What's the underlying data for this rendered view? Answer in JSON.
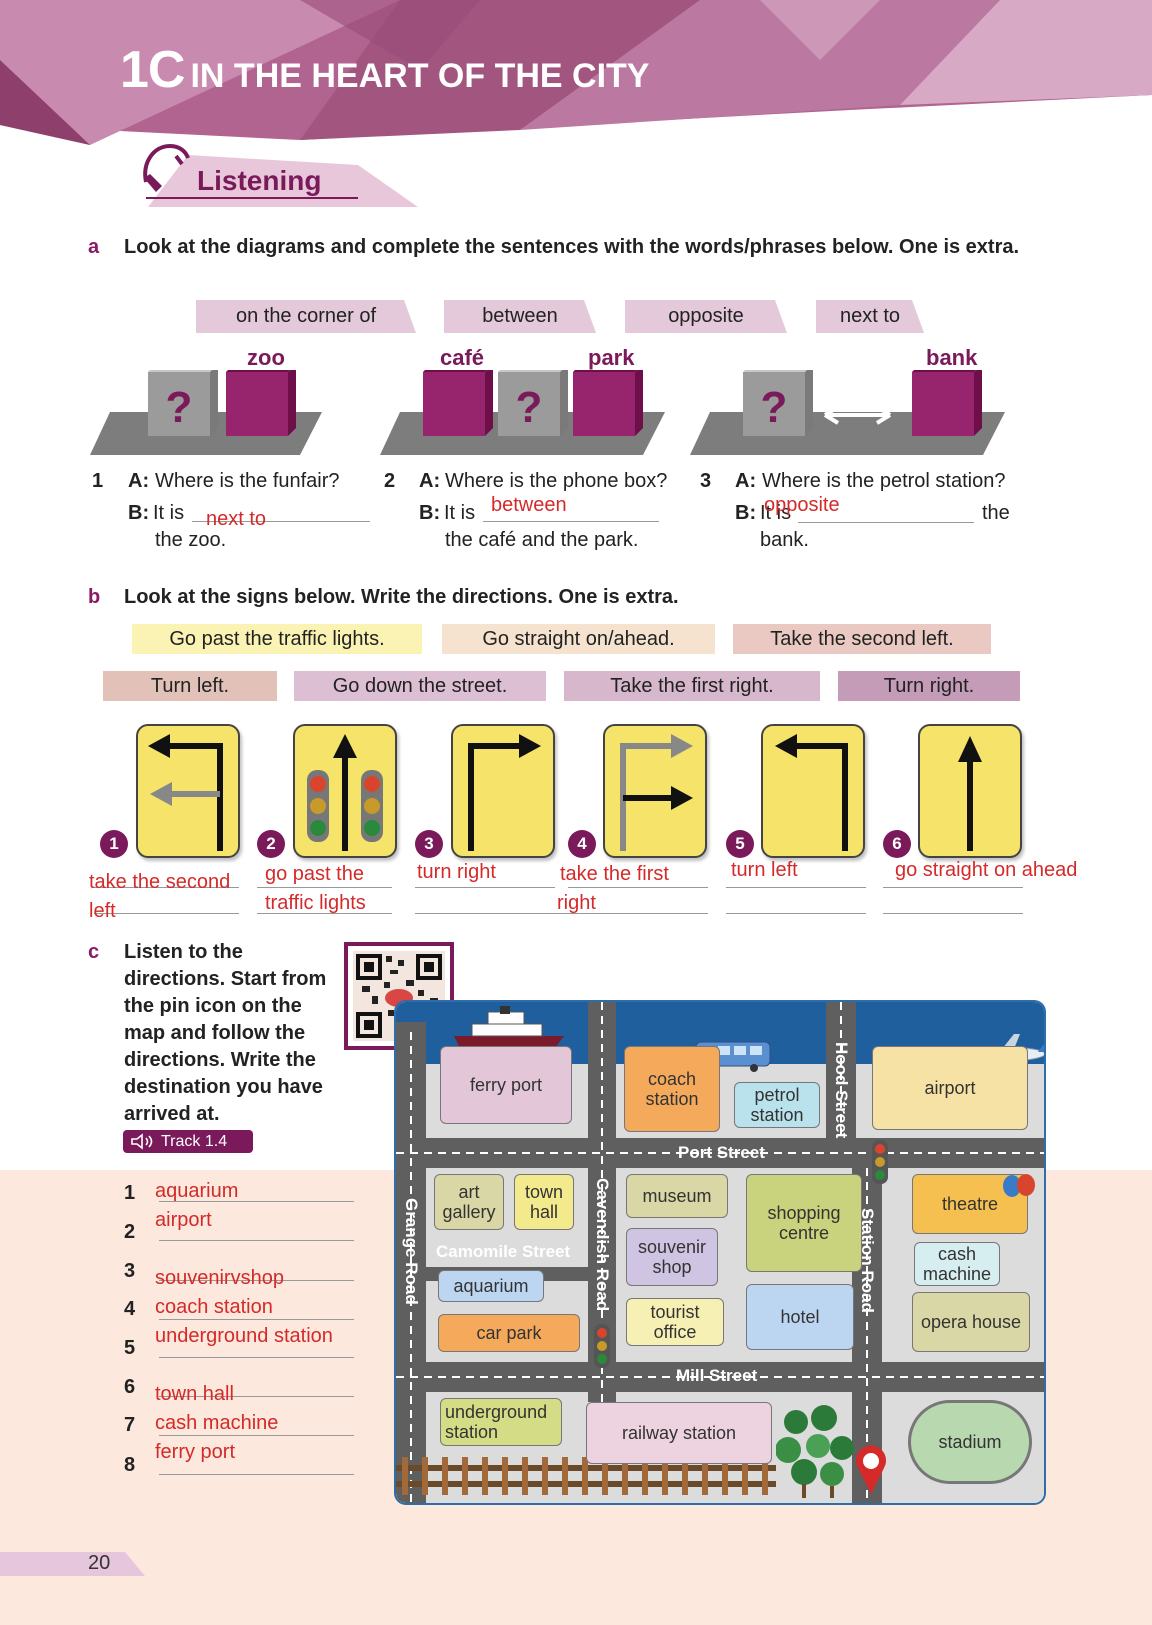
{
  "header": {
    "unit": "1C",
    "title": "IN THE HEART OF THE CITY"
  },
  "section_title": "Listening",
  "a": {
    "letter": "a",
    "instruction": "Look at the diagrams and complete the sentences with the words/phrases below. One is extra.",
    "options": [
      "on the corner of",
      "between",
      "opposite",
      "next to"
    ],
    "diagram_labels": [
      "zoo",
      "café",
      "park",
      "bank"
    ],
    "items": [
      {
        "num": "1",
        "qa": "A:",
        "q": "Where is the funfair?",
        "ba": "B:",
        "b_pre": "It is",
        "b_post": "the zoo.",
        "answer": "next  to"
      },
      {
        "num": "2",
        "qa": "A:",
        "q": "Where is the phone box?",
        "ba": "B:",
        "b_pre": "It is",
        "b_post": "the café and the park.",
        "answer": "between"
      },
      {
        "num": "3",
        "qa": "A:",
        "q": "Where is the petrol station?",
        "ba": "B:",
        "b_pre": "It is",
        "b_mid": "the",
        "b_post": "bank.",
        "answer": "opposite"
      }
    ]
  },
  "b": {
    "letter": "b",
    "instruction": "Look at the signs below. Write the directions. One is extra.",
    "options_row1": [
      "Go past the traffic lights.",
      "Go straight on/ahead.",
      "Take the second left."
    ],
    "options_row2": [
      "Turn left.",
      "Go down the street.",
      "Take the first right.",
      "Turn right."
    ],
    "signs": [
      "1",
      "2",
      "3",
      "4",
      "5",
      "6"
    ],
    "answers": [
      "take the second left",
      "go past the traffic lights",
      "turn right",
      "take the first right",
      "turn left",
      "go straight on ahead"
    ]
  },
  "c": {
    "letter": "c",
    "instruction": "Listen to the directions. Start from the pin icon on the map and follow the directions. Write the destination you have arrived at.",
    "track": "Track 1.4",
    "items": [
      "1",
      "2",
      "3",
      "4",
      "5",
      "6",
      "7",
      "8"
    ],
    "answers": [
      "aquarium",
      "airport",
      "souvenirvshop",
      "coach station",
      "underground station",
      "town hall",
      "cash machine",
      "ferry port"
    ]
  },
  "map": {
    "places": {
      "ferry_port": "ferry port",
      "coach_station": "coach station",
      "petrol_station": "petrol station",
      "airport": "airport",
      "art_gallery": "art gallery",
      "town_hall": "town hall",
      "museum": "museum",
      "shopping_centre": "shopping centre",
      "theatre": "theatre",
      "souvenir_shop": "souvenir shop",
      "cash_machine": "cash machine",
      "aquarium": "aquarium",
      "car_park": "car park",
      "tourist_office": "tourist office",
      "hotel": "hotel",
      "opera_house": "opera house",
      "underground_station": "underground station",
      "railway_station": "railway station",
      "stadium": "stadium"
    },
    "streets": {
      "port": "Port Street",
      "camomile": "Camomile Street",
      "mill": "Mill Street",
      "grange": "Grange Road",
      "cavendish": "Cavendish Road",
      "station": "Station Road",
      "hood": "Hood Street"
    }
  },
  "page_number": "20",
  "colors": {
    "brand": "#7a1a5a",
    "answer": "#d42a2a",
    "sign": "#f5e36a"
  }
}
